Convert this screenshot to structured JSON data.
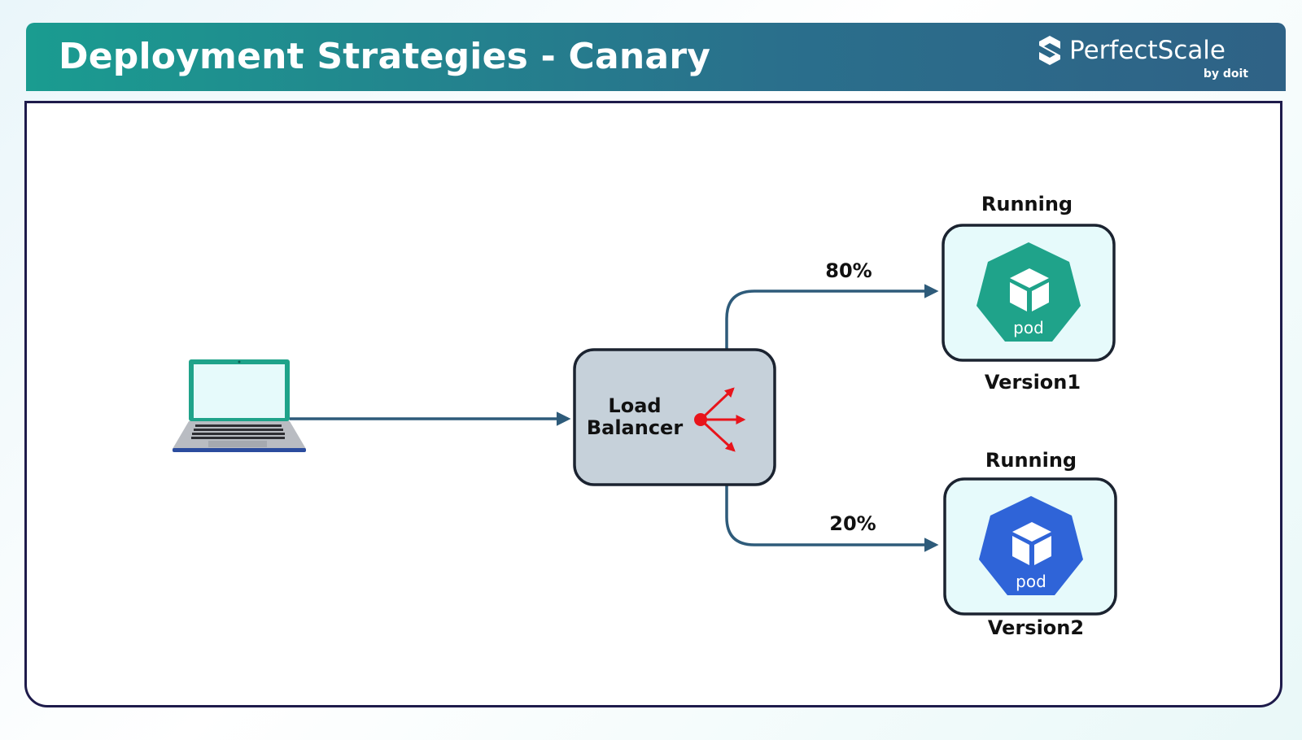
{
  "header": {
    "title": "Deployment Strategies - Canary",
    "brand_name": "PerfectScale",
    "brand_sub": "by doit"
  },
  "diagram": {
    "client": {
      "icon": "laptop-icon"
    },
    "load_balancer": {
      "label_line1": "Load",
      "label_line2": "Balancer",
      "icon": "traffic-split-icon",
      "icon_color": "#e8141b"
    },
    "routes": [
      {
        "percent": "80%"
      },
      {
        "percent": "20%"
      }
    ],
    "targets": [
      {
        "status": "Running",
        "pod_label": "pod",
        "version": "Version1",
        "pod_color": "#1fa38a"
      },
      {
        "status": "Running",
        "pod_label": "pod",
        "version": "Version2",
        "pod_color": "#2f64d8"
      }
    ]
  },
  "colors": {
    "header_start": "#1a9c90",
    "header_end": "#2f6286",
    "arrow": "#2e5b7a",
    "lb_fill": "#c6d1da",
    "target_fill": "#e6fafb",
    "frame_border": "#1e1b4b"
  }
}
